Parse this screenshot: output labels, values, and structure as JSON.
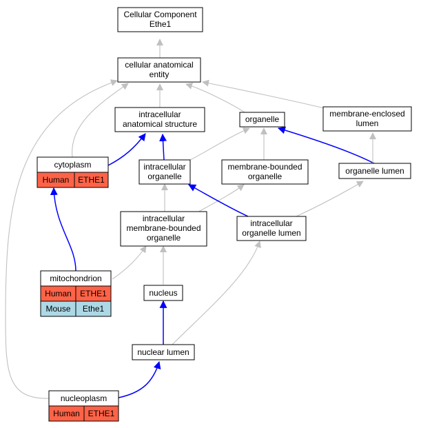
{
  "nodes": {
    "cellular_component": [
      "Cellular Component",
      "Ethe1"
    ],
    "cellular_anatomical_entity": [
      "cellular anatomical",
      "entity"
    ],
    "intracellular_anatomical_structure": [
      "intracellular",
      "anatomical structure"
    ],
    "organelle": [
      "organelle"
    ],
    "membrane_enclosed_lumen": [
      "membrane-enclosed",
      "lumen"
    ],
    "cytoplasm": [
      "cytoplasm"
    ],
    "intracellular_organelle": [
      "intracellular",
      "organelle"
    ],
    "membrane_bounded_organelle": [
      "membrane-bounded",
      "organelle"
    ],
    "organelle_lumen": [
      "organelle lumen"
    ],
    "intracellular_membrane_bounded_organelle": [
      "intracellular",
      "membrane-bounded",
      "organelle"
    ],
    "intracellular_organelle_lumen": [
      "intracellular",
      "organelle lumen"
    ],
    "mitochondrion": [
      "mitochondrion"
    ],
    "nucleus": [
      "nucleus"
    ],
    "nuclear_lumen": [
      "nuclear lumen"
    ],
    "nucleoplasm": [
      "nucleoplasm"
    ]
  },
  "annotations": {
    "cytoplasm": [
      {
        "species": "Human",
        "gene": "ETHE1"
      }
    ],
    "mitochondrion": [
      {
        "species": "Human",
        "gene": "ETHE1"
      },
      {
        "species": "Mouse",
        "gene": "Ethe1"
      }
    ],
    "nucleoplasm": [
      {
        "species": "Human",
        "gene": "ETHE1"
      }
    ]
  },
  "colors": {
    "human": "#ff6347",
    "mouse": "#add8e6",
    "gray_edge": "#c0c0c0",
    "blue_edge": "#0000ff"
  }
}
